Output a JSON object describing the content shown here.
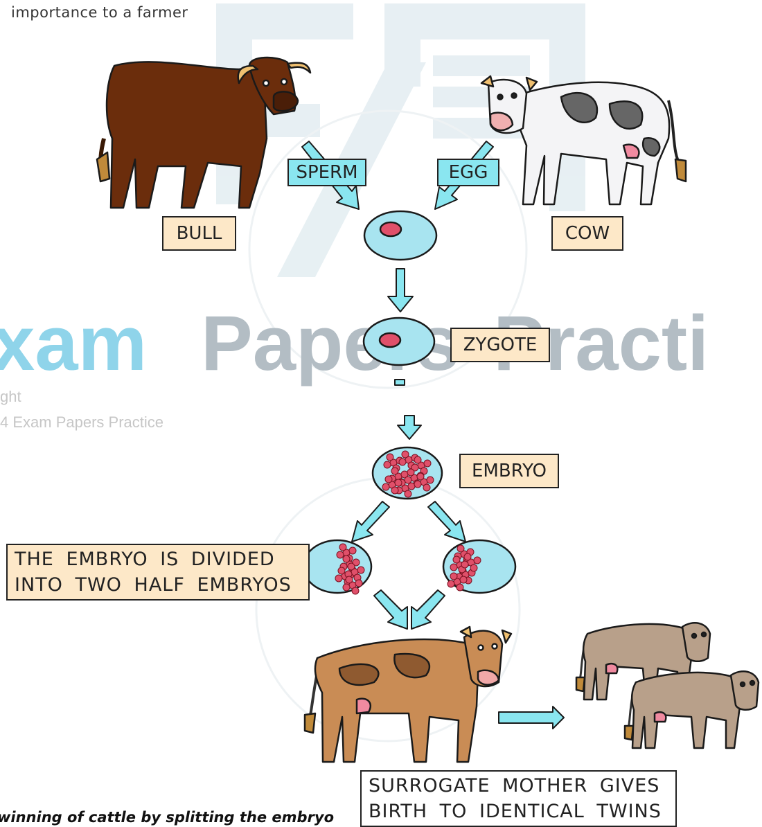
{
  "intro_text": "importance to a farmer",
  "labels": {
    "bull": "BULL",
    "cow": "COW",
    "sperm": "SPERM",
    "egg": "EGG",
    "zygote": "ZYGOTE",
    "embryo": "EMBRYO",
    "divided_line1": "THE EMBRYO IS DIVIDED",
    "divided_line2": "INTO TWO HALF EMBRYOS",
    "surrogate_line1": "SURROGATE MOTHER GIVES",
    "surrogate_line2": "BIRTH TO IDENTICAL TWINS"
  },
  "watermark": {
    "word1": "xam",
    "word2": "Papers",
    "word3": "Practi",
    "small_line1": "ght",
    "small_line2": "4 Exam Papers Practice"
  },
  "caption": "winning of cattle by splitting the embryo",
  "colors": {
    "arrow_fill": "#8ae6f0",
    "cell_fill": "#a8e4f0",
    "nucleus": "#e0506a",
    "label_bg": "#fde8c8",
    "tag_bg": "#8ae6f0",
    "bull_brown": "#6b2d0c",
    "surrogate_brown": "#c98c55",
    "twin_tan": "#b8a08a"
  }
}
